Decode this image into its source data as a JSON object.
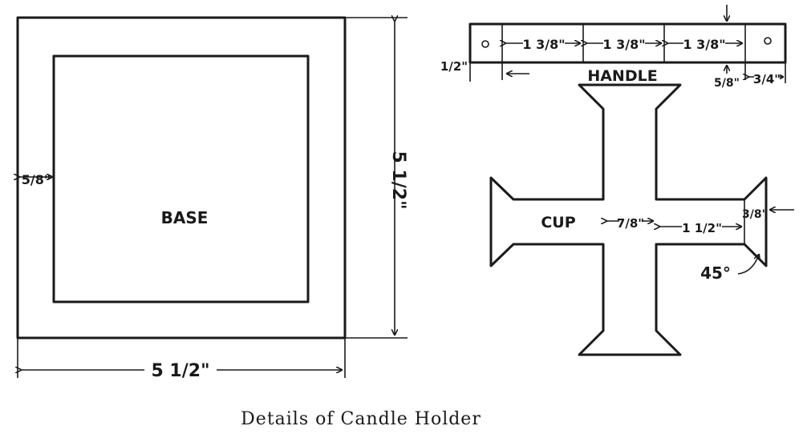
{
  "caption": "Details of Candle Holder",
  "base": {
    "label": "BASE",
    "border_dim": "5/8\"",
    "height_dim": "5 1/2\"",
    "width_dim": "5 1/2\""
  },
  "handle": {
    "label": "HANDLE",
    "segment_dims": [
      "1 3/8\"",
      "1 3/8\"",
      "1 3/8\""
    ],
    "thickness_dim": "1/2\"",
    "end_dim": "3/4\"",
    "small_dim": "5/8\"",
    "hole_symbol": "o"
  },
  "cup": {
    "label": "CUP",
    "center_dim": "7/8\"",
    "arm_dim": "1 1/2\"",
    "end_dim": "3/8\"",
    "angle_label": "45°"
  }
}
